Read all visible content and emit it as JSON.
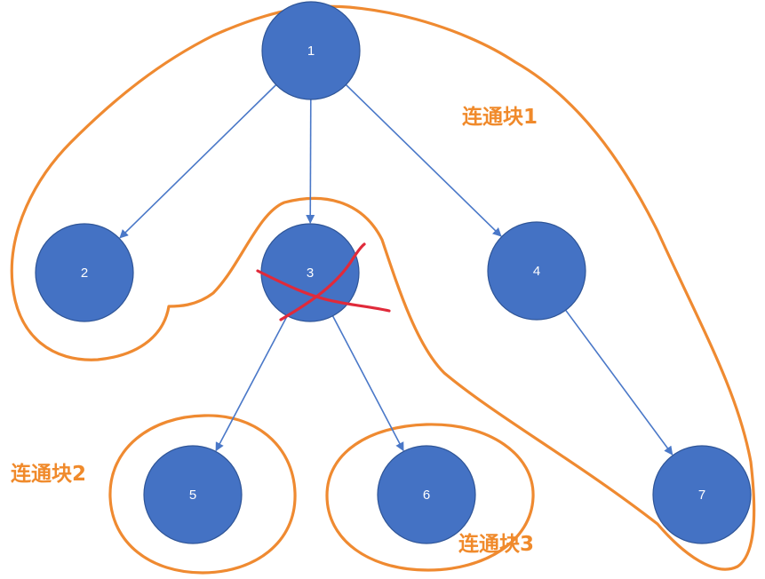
{
  "colors": {
    "node_fill": "#4472c4",
    "edge": "#4a78c8",
    "boundary": "#ef8a31",
    "label": "#f08a2b",
    "cross": "#e02a3a"
  },
  "nodes": [
    {
      "id": "1",
      "label": "1"
    },
    {
      "id": "2",
      "label": "2"
    },
    {
      "id": "3",
      "label": "3",
      "marked_removed": true
    },
    {
      "id": "4",
      "label": "4"
    },
    {
      "id": "5",
      "label": "5"
    },
    {
      "id": "6",
      "label": "6"
    },
    {
      "id": "7",
      "label": "7"
    }
  ],
  "edges": [
    {
      "from": "1",
      "to": "2"
    },
    {
      "from": "1",
      "to": "3"
    },
    {
      "from": "1",
      "to": "4"
    },
    {
      "from": "3",
      "to": "5"
    },
    {
      "from": "3",
      "to": "6"
    },
    {
      "from": "4",
      "to": "7"
    }
  ],
  "components": [
    {
      "label": "连通块1",
      "members": [
        "1",
        "2",
        "4",
        "7"
      ]
    },
    {
      "label": "连通块2",
      "members": [
        "5"
      ]
    },
    {
      "label": "连通块3",
      "members": [
        "6"
      ]
    }
  ]
}
